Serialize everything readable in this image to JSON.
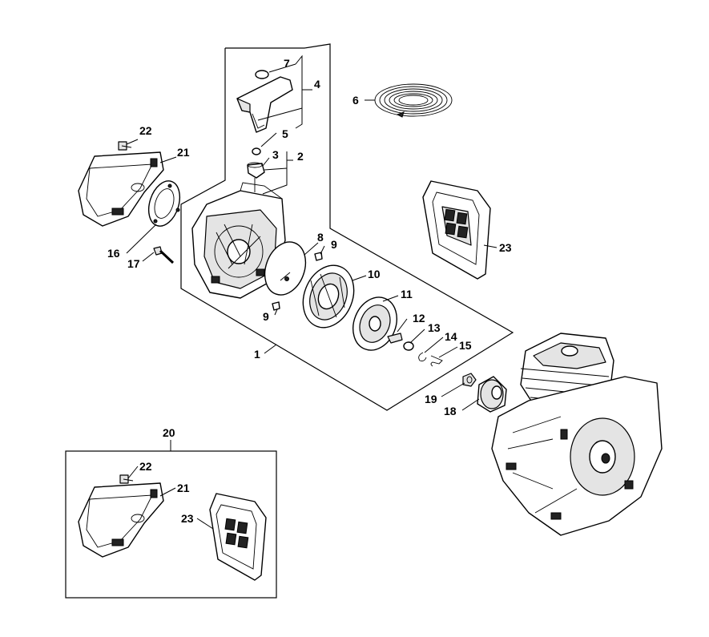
{
  "diagram": {
    "type": "exploded parts diagram",
    "callouts": [
      {
        "id": "c1",
        "text": "1"
      },
      {
        "id": "c2",
        "text": "2"
      },
      {
        "id": "c3",
        "text": "3"
      },
      {
        "id": "c4",
        "text": "4"
      },
      {
        "id": "c5",
        "text": "5"
      },
      {
        "id": "c6",
        "text": "6"
      },
      {
        "id": "c7",
        "text": "7"
      },
      {
        "id": "c8",
        "text": "8"
      },
      {
        "id": "c9a",
        "text": "9"
      },
      {
        "id": "c9b",
        "text": "9"
      },
      {
        "id": "c10",
        "text": "10"
      },
      {
        "id": "c11",
        "text": "11"
      },
      {
        "id": "c12",
        "text": "12"
      },
      {
        "id": "c13",
        "text": "13"
      },
      {
        "id": "c14",
        "text": "14"
      },
      {
        "id": "c15",
        "text": "15"
      },
      {
        "id": "c16",
        "text": "16"
      },
      {
        "id": "c17",
        "text": "17"
      },
      {
        "id": "c18",
        "text": "18"
      },
      {
        "id": "c19",
        "text": "19"
      },
      {
        "id": "c20",
        "text": "20"
      },
      {
        "id": "c21a",
        "text": "21"
      },
      {
        "id": "c21b",
        "text": "21"
      },
      {
        "id": "c22a",
        "text": "22"
      },
      {
        "id": "c22b",
        "text": "22"
      },
      {
        "id": "c23a",
        "text": "23"
      },
      {
        "id": "c23b",
        "text": "23"
      }
    ]
  }
}
